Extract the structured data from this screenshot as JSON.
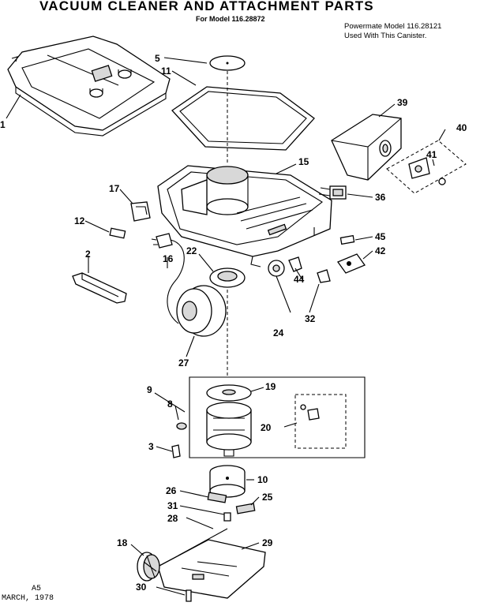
{
  "title": "VACUUM CLEANER AND ATTACHMENT PARTS",
  "subtitle": "For Model 116.28872",
  "note": [
    "Powermate Model 116.28121",
    "Used With This Canister."
  ],
  "footer": [
    "A5",
    "MARCH, 1978"
  ],
  "callouts": [
    "1",
    "5",
    "11",
    "39",
    "40",
    "41",
    "15",
    "36",
    "17",
    "12",
    "45",
    "42",
    "2",
    "16",
    "22",
    "44",
    "32",
    "24",
    "27",
    "9",
    "19",
    "8",
    "20",
    "3",
    "10",
    "26",
    "25",
    "31",
    "28",
    "18",
    "29",
    "30"
  ]
}
